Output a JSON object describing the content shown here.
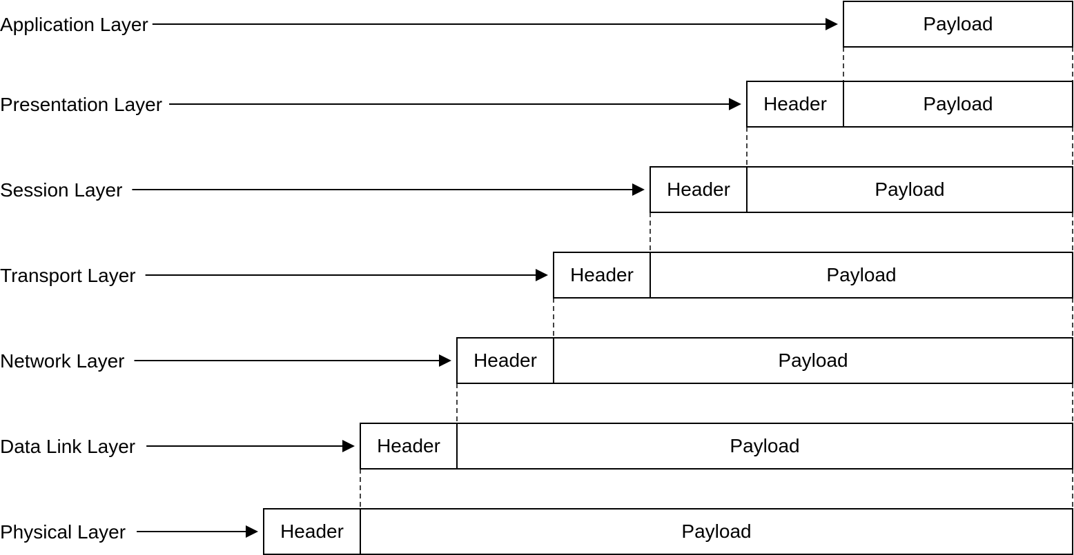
{
  "labels": {
    "header": "Header",
    "payload": "Payload"
  },
  "layers": [
    {
      "name": "Application Layer",
      "has_header": false
    },
    {
      "name": "Presentation Layer",
      "has_header": true
    },
    {
      "name": "Session Layer",
      "has_header": true
    },
    {
      "name": "Transport Layer",
      "has_header": true
    },
    {
      "name": "Network Layer",
      "has_header": true
    },
    {
      "name": "Data Link Layer",
      "has_header": true
    },
    {
      "name": "Physical Layer",
      "has_header": true
    }
  ]
}
